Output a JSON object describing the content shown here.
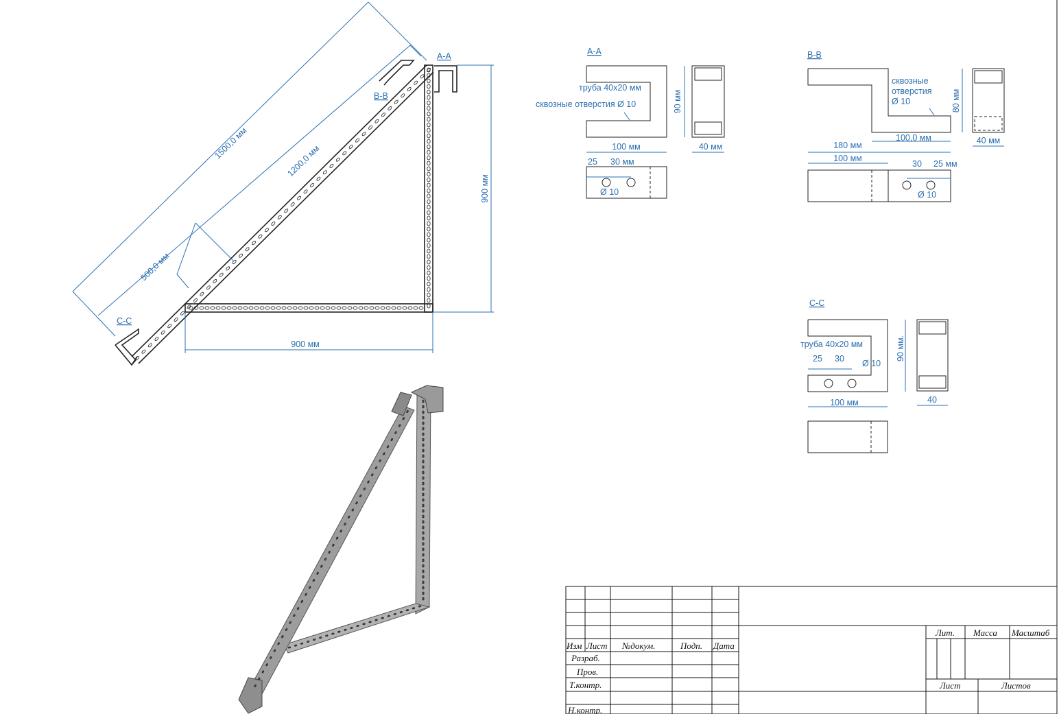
{
  "main_view": {
    "dim_1500": "1500,0 мм",
    "dim_1200": "1200,0 мм",
    "dim_500": "500,0 мм",
    "dim_900_horizontal": "900 мм",
    "dim_900_vertical": "900 мм",
    "label_aa": "А-А",
    "label_bb": "В-В",
    "label_cc": "С-С"
  },
  "section_aa": {
    "title": "А-А",
    "tube_label": "труба 40х20 мм",
    "holes_label": "сквозные отверстия Ø 10",
    "dim_height": "90 мм",
    "dim_width": "100 мм",
    "dim_depth": "40 мм",
    "dim_25": "25",
    "dim_30": "30 мм",
    "dim_hole": "Ø 10"
  },
  "section_bb": {
    "title": "В-В",
    "holes_label_1": "сквозные",
    "holes_label_2": "отверстия",
    "holes_label_3": "Ø 10",
    "dim_height": "80 мм",
    "dim_100_top": "100,0 мм",
    "dim_180": "180 мм",
    "dim_100_bottom": "100 мм",
    "dim_30": "30",
    "dim_25": "25 мм",
    "dim_hole": "Ø 10",
    "dim_depth": "40 мм"
  },
  "section_cc": {
    "title": "С-С",
    "tube_label": "труба 40х20 мм",
    "dim_25": "25",
    "dim_30": "30",
    "dim_hole": "Ø 10",
    "dim_height": "90 мм.",
    "dim_width": "100 мм",
    "dim_depth": "40"
  },
  "title_block": {
    "izm": "Изм",
    "list": "Лист",
    "doc_num": "№докум.",
    "signature": "Подп.",
    "date": "Дата",
    "developed": "Разраб.",
    "checked": "Пров.",
    "tech_control": "Т.контр.",
    "norm_control": "Н.контр.",
    "lit": "Лит.",
    "mass": "Масса",
    "scale": "Масштаб",
    "sheet": "Лист",
    "sheets": "Листов"
  },
  "colors": {
    "dimension": "#2b6fb1",
    "object": "#222222",
    "iso_metal": "#9a9a9a"
  }
}
